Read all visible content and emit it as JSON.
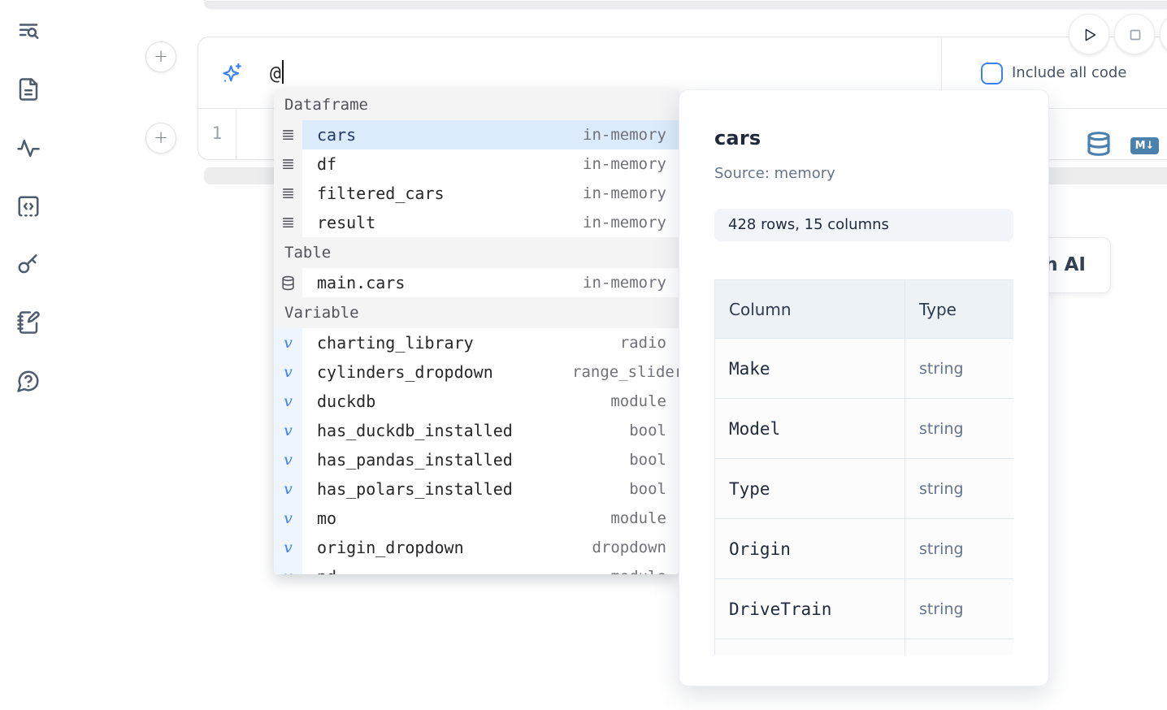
{
  "colors": {
    "accent_blue": "#3b82f6",
    "selected_row": "#dcebfb",
    "cell_icon_blue": "#4d81ad"
  },
  "sidebar": {
    "icons": [
      "text-search",
      "file-text",
      "activity",
      "code-snippets",
      "key",
      "notebook-pen",
      "help-chat"
    ]
  },
  "cell": {
    "prompt_value": "@",
    "include_all_code_label": "Include all code",
    "line_number": "1",
    "markdown_badge": "M↓"
  },
  "ai_button": {
    "visible_label": "h AI"
  },
  "completion": {
    "sections": [
      {
        "label": "Dataframe",
        "items": [
          {
            "name": "cars",
            "type": "in-memory",
            "selected": true
          },
          {
            "name": "df",
            "type": "in-memory"
          },
          {
            "name": "filtered_cars",
            "type": "in-memory"
          },
          {
            "name": "result",
            "type": "in-memory"
          }
        ]
      },
      {
        "label": "Table",
        "items": [
          {
            "name": "main.cars",
            "type": "in-memory"
          }
        ]
      },
      {
        "label": "Variable",
        "items": [
          {
            "name": "charting_library",
            "type": "radio"
          },
          {
            "name": "cylinders_dropdown",
            "type": "range_slider"
          },
          {
            "name": "duckdb",
            "type": "module"
          },
          {
            "name": "has_duckdb_installed",
            "type": "bool"
          },
          {
            "name": "has_pandas_installed",
            "type": "bool"
          },
          {
            "name": "has_polars_installed",
            "type": "bool"
          },
          {
            "name": "mo",
            "type": "module"
          },
          {
            "name": "origin_dropdown",
            "type": "dropdown"
          }
        ]
      }
    ],
    "partial_item": {
      "name": "pd",
      "type": "module"
    },
    "variable_glyph": "v"
  },
  "preview": {
    "title": "cars",
    "source": "Source: memory",
    "badge": "428 rows, 15 columns",
    "table": {
      "headers": {
        "col": "Column",
        "type": "Type"
      },
      "rows": [
        {
          "name": "Make",
          "type": "string"
        },
        {
          "name": "Model",
          "type": "string"
        },
        {
          "name": "Type",
          "type": "string"
        },
        {
          "name": "Origin",
          "type": "string"
        },
        {
          "name": "DriveTrain",
          "type": "string"
        }
      ]
    }
  }
}
